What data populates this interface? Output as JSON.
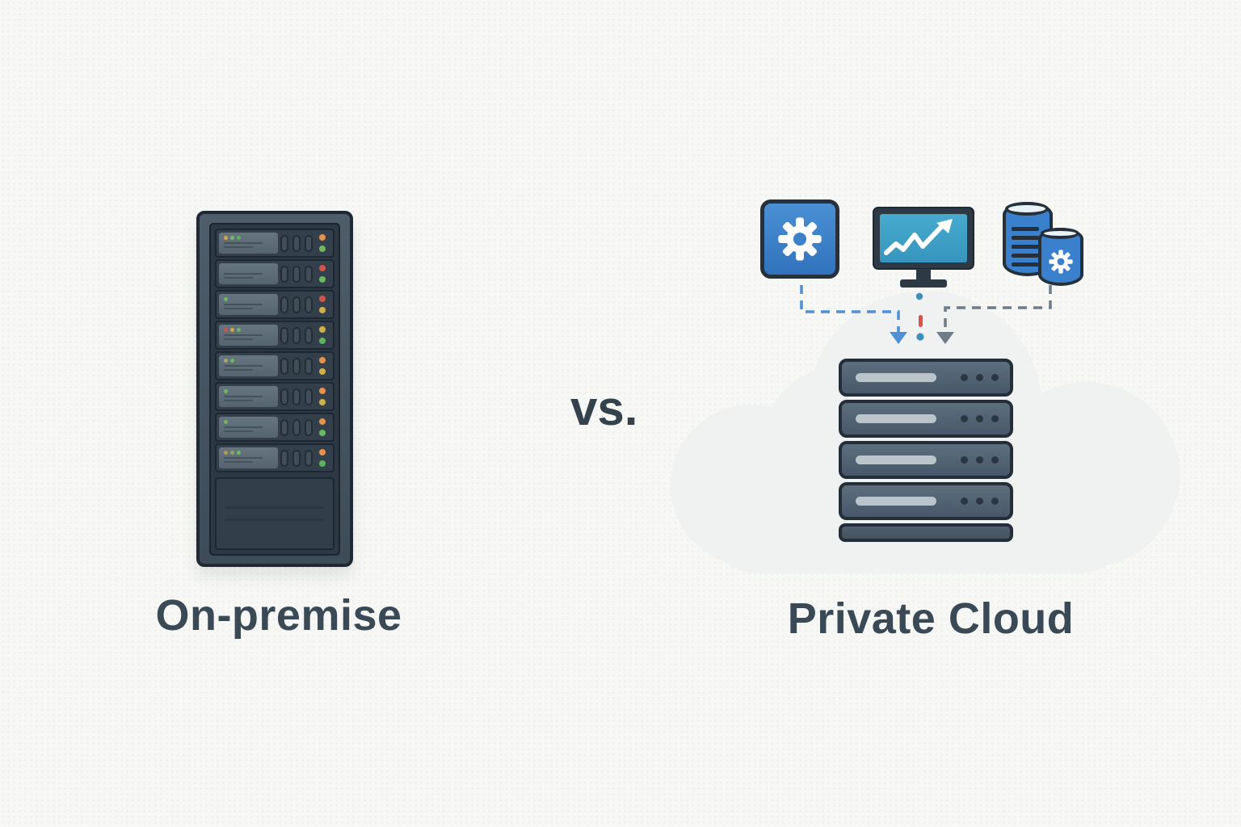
{
  "left": {
    "label": "On-premise",
    "rack": {
      "units": [
        {
          "panel_leds": [
            "#d9a83f",
            "#79b964",
            "#5eb35a"
          ],
          "status_leds": [
            "#e8914a",
            "#6cb95f"
          ]
        },
        {
          "panel_leds": [],
          "status_leds": [
            "#d35548",
            "#6cb95f"
          ]
        },
        {
          "panel_leds": [
            "#6cb95f"
          ],
          "status_leds": [
            "#d35548",
            "#d2b144"
          ]
        },
        {
          "panel_leds": [
            "#c8564a",
            "#d9a83f",
            "#6cb95f"
          ],
          "status_leds": [
            "#d2b144",
            "#5eb35a"
          ]
        },
        {
          "panel_leds": [
            "#a8a86a",
            "#6cb95f"
          ],
          "status_leds": [
            "#e8914a",
            "#d2b144"
          ]
        },
        {
          "panel_leds": [
            "#6cb95f"
          ],
          "status_leds": [
            "#e8914a",
            "#d2b144"
          ]
        },
        {
          "panel_leds": [
            "#6cb95f"
          ],
          "status_leds": [
            "#e8914a",
            "#6cb95f"
          ]
        },
        {
          "panel_leds": [
            "#b99a55",
            "#9aa060",
            "#6cb95f"
          ],
          "status_leds": [
            "#e8914a",
            "#5eb35a"
          ]
        }
      ]
    }
  },
  "center": {
    "vs_label": "vs."
  },
  "right": {
    "label": "Private Cloud",
    "icons": [
      {
        "name": "settings-gear"
      },
      {
        "name": "monitoring-chart-monitor"
      },
      {
        "name": "database-services"
      }
    ],
    "stack": {
      "unit_count": 4,
      "dots_per_unit": 3
    }
  },
  "colors": {
    "background": "#f7f8f5",
    "cloud_fill": "#f0f1f1",
    "text": "#3a4956",
    "icon_blue": "#3b80cd",
    "screen_teal": "#3fa3c9",
    "dashed_blue": "#4e8fd6",
    "dashed_gray": "#6f7b86",
    "dash_red": "#dd5246",
    "dot_blue": "#3e8fbe",
    "rack_frame": "#3f4e5a",
    "stack_unit": "#52637",
    "status_orange": "#e8914a",
    "status_green": "#6cb95f",
    "status_red": "#d35548",
    "status_yellow": "#d2b144"
  }
}
